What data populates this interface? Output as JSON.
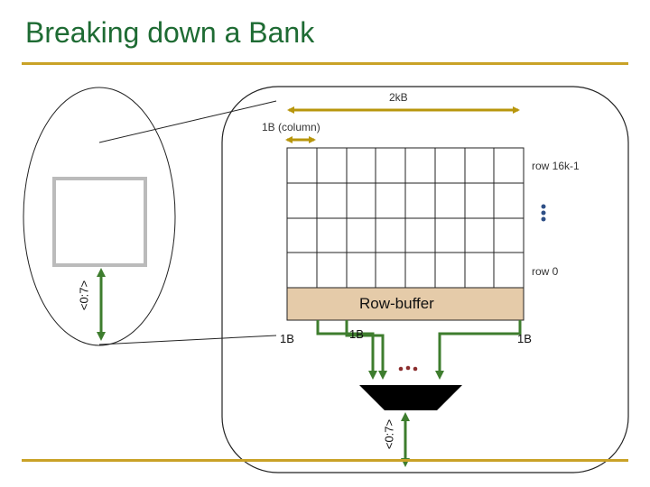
{
  "slide": {
    "title": "Breaking down a Bank"
  },
  "bank": {
    "width_label": "2kB",
    "column_label": "1B (column)",
    "top_row_label": "row 16k-1",
    "bottom_row_label": "row 0",
    "row_buffer_label": "Row-buffer",
    "left_output_label": "1B",
    "middle_output_label": "1B",
    "right_output_label": "1B",
    "mux_output_label": "<0:7>",
    "chip_bus_label": "<0:7>"
  },
  "colors": {
    "title": "#1e6b33",
    "rule": "#c9a227",
    "arrow_gold": "#b8960c",
    "wire_green": "#3e7d2e",
    "row_buffer_fill": "#e5cba9",
    "ellipsis_blue": "#2e4f86",
    "ellipsis_red": "#8b2d2d"
  }
}
